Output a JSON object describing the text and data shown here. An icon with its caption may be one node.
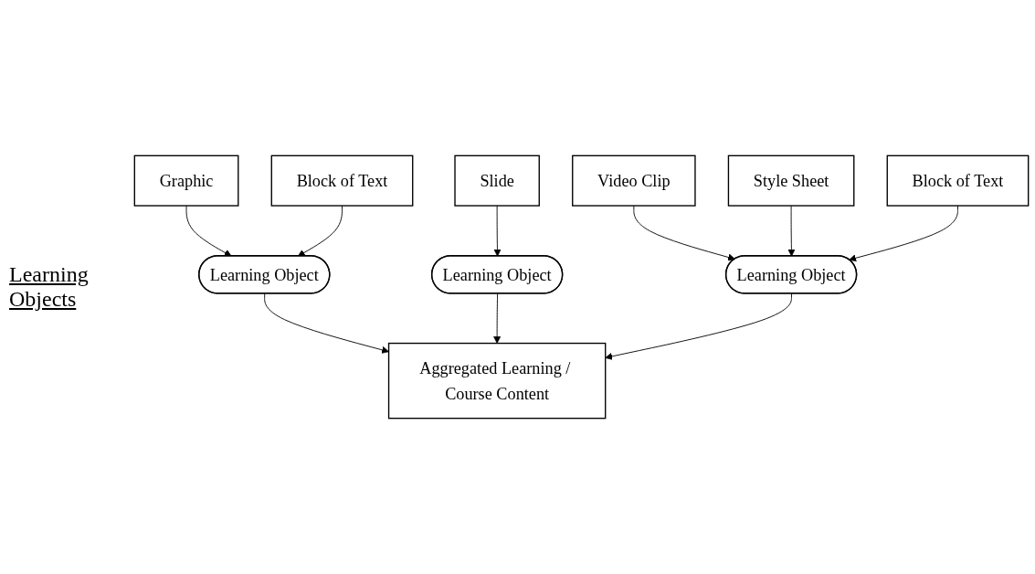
{
  "diagram": {
    "nodes": [
      {
        "text": [
          "Graphic"
        ]
      },
      {
        "text": [
          "Block of Text"
        ]
      },
      {
        "text": [
          "Slide"
        ]
      },
      {
        "text": [
          "Video Clip"
        ]
      },
      {
        "text": [
          "Block of Text"
        ]
      },
      {
        "text": [
          "Style Sheet"
        ]
      },
      {
        "text": [
          "Learning Object"
        ]
      },
      {
        "text": [
          "Learning Object"
        ]
      },
      {
        "text": [
          "Learning Object"
        ]
      },
      {
        "text": [
          "Aggregated Learning / Course Content"
        ]
      }
    ],
    "edges": [
      {
        "from": 0,
        "to": 6,
        "arrow": "to"
      },
      {
        "from": 1,
        "to": 6,
        "arrow": "to"
      },
      {
        "from": 2,
        "to": 7,
        "arrow": "to"
      },
      {
        "from": 3,
        "to": 8,
        "arrow": "to"
      },
      {
        "from": 5,
        "to": 8,
        "arrow": "to"
      },
      {
        "from": 4,
        "to": 8,
        "arrow": "to"
      },
      {
        "from": 6,
        "to": 9,
        "arrow": "to"
      },
      {
        "from": 7,
        "to": 9,
        "arrow": "to"
      },
      {
        "from": 8,
        "to": 9,
        "arrow": "to"
      }
    ],
    "labels": [
      "Learning Objects"
    ]
  }
}
